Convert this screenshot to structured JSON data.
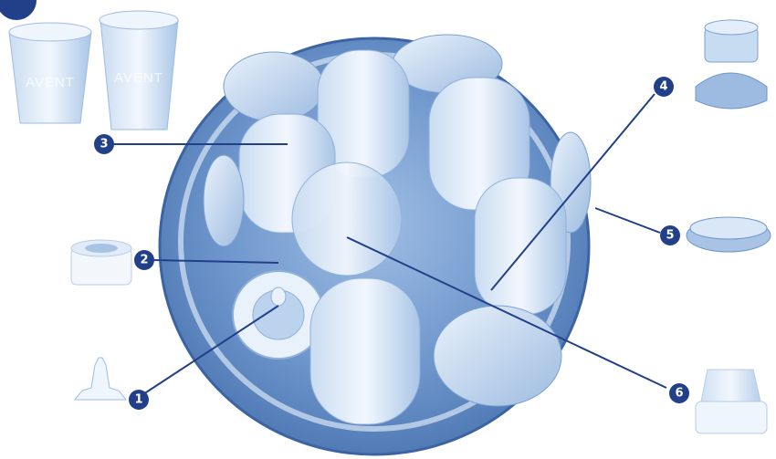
{
  "colors": {
    "badge": "#22408a",
    "leader_line": "#22408a",
    "steriliser_blue": "#5a86c2",
    "part_light": "#cfe0f3"
  },
  "parts": [
    {
      "number": "1",
      "icon": "teat-icon"
    },
    {
      "number": "2",
      "icon": "screw-ring-icon"
    },
    {
      "number": "3",
      "icon": "cup-icon"
    },
    {
      "number": "4",
      "icon": "adapter-icon"
    },
    {
      "number": "5",
      "icon": "sealing-disc-icon"
    },
    {
      "number": "6",
      "icon": "bottle-body-icon"
    }
  ],
  "brand_text": "AVENT"
}
